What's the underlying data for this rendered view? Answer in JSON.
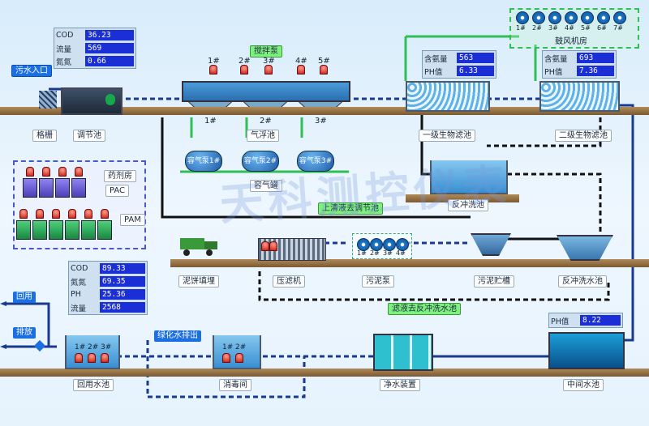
{
  "inlet_label": "污水入口",
  "stations": {
    "grille": "格栅",
    "adjust": "调节池",
    "mixer": "搅拌泵",
    "flotation": "气浮池",
    "air_tank": "容气罐",
    "bio1": "一级生物滤池",
    "bio2": "二级生物滤池",
    "blower_room": "鼓风机房",
    "backwash_pool": "反冲洗池",
    "backwash_tank": "反冲洗水池",
    "sludge_tank": "污泥贮槽",
    "sludge_pump": "污泥泵",
    "press": "压滤机",
    "cake": "泥饼填埋",
    "dosing_room": "药剂房",
    "pac": "PAC",
    "pam": "PAM",
    "middle_pool": "中间水池",
    "purifier": "净水装置",
    "disinfect": "消毒间",
    "reuse_pool": "回用水池"
  },
  "flow_notes": {
    "upper_return": "上清液去调节池",
    "filtrate_return": "滤液去反冲洗水池",
    "greening": "绿化水排出",
    "reuse": "回用",
    "discharge": "排放"
  },
  "pumps": {
    "dissolved_air": [
      "容气泵1#",
      "容气泵2#",
      "容气泵3#"
    ],
    "flotation_bays": [
      "1#",
      "2#",
      "3#"
    ],
    "mixer_pumps": [
      "1#",
      "2#",
      "3#",
      "4#",
      "5#"
    ],
    "blowers": [
      "1#",
      "2#",
      "3#",
      "4#",
      "5#",
      "6#",
      "7#"
    ],
    "sludge_pumps": [
      "1#",
      "2#",
      "3#",
      "4#"
    ],
    "disinfect_pumps": [
      "1#",
      "2#"
    ],
    "reuse_pumps": [
      "1#",
      "2#",
      "3#"
    ]
  },
  "readouts": {
    "inlet": [
      {
        "k": "COD",
        "v": "36.23"
      },
      {
        "k": "流量",
        "v": "569"
      },
      {
        "k": "氮氮",
        "v": "0.66"
      }
    ],
    "bio1": [
      {
        "k": "含氨量",
        "v": "563"
      },
      {
        "k": "PH值",
        "v": "6.33"
      }
    ],
    "bio2": [
      {
        "k": "含氨量",
        "v": "693"
      },
      {
        "k": "PH值",
        "v": "7.36"
      }
    ],
    "reuse": [
      {
        "k": "COD",
        "v": "89.33"
      },
      {
        "k": "氮氮",
        "v": "69.35"
      },
      {
        "k": "PH",
        "v": "25.36"
      },
      {
        "k": "流量",
        "v": "2568"
      }
    ],
    "middle": [
      {
        "k": "PH值",
        "v": "8.22"
      }
    ]
  },
  "watermark": "天科测控仪表",
  "colors": {
    "water_pipe": "#1a3a8f",
    "air_pipe": "#2fbf55",
    "sludge_pipe": "#111111",
    "ground": "#8a6a42"
  }
}
